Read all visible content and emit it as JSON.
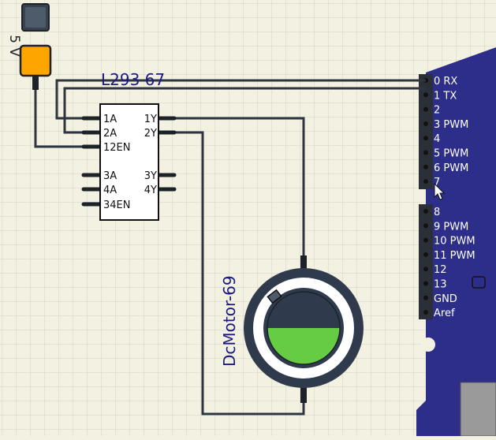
{
  "power": {
    "label": "5 V",
    "color": "#ffa500"
  },
  "chip": {
    "title": "L293 67",
    "left_pins": [
      "1A",
      "2A",
      "12EN",
      "3A",
      "4A",
      "34EN"
    ],
    "right_pins": [
      "1Y",
      "2Y",
      "3Y",
      "4Y"
    ]
  },
  "motor": {
    "label": "DcMotor-69",
    "indicator_color": "#66cc44"
  },
  "arduino": {
    "board_color": "#2d2d8a",
    "pins_upper": [
      "0  RX",
      "1  TX",
      "2",
      "3  PWM",
      "4",
      "5  PWM",
      "6  PWM",
      "7"
    ],
    "pins_lower": [
      "8",
      "9   PWM",
      "10 PWM",
      "11 PWM",
      "12",
      "13",
      "GND",
      "Aref"
    ]
  },
  "colors": {
    "grid": "#d4d3c4",
    "wire": "#2d3540"
  }
}
